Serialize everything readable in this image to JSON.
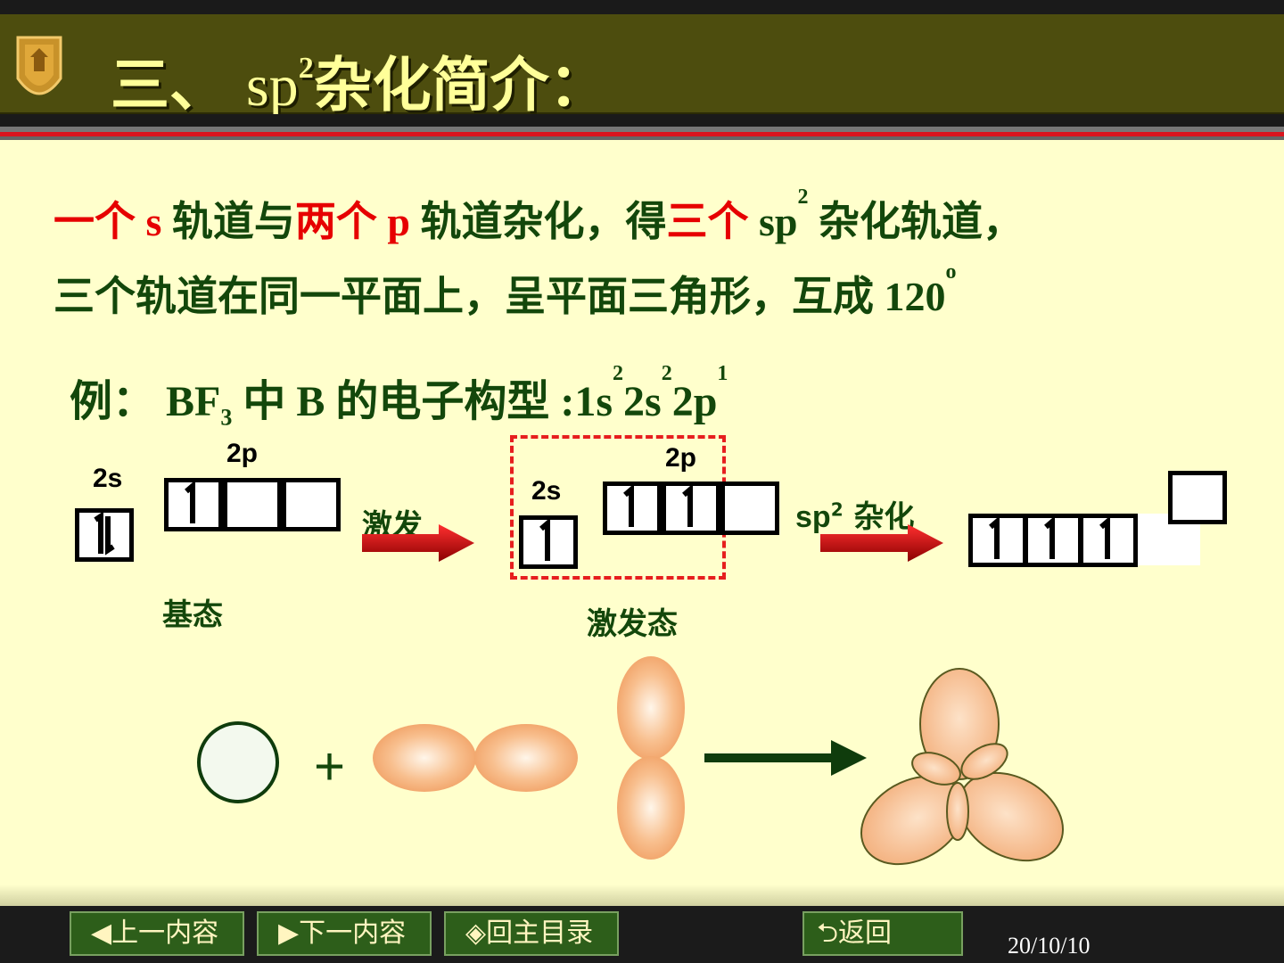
{
  "title": {
    "prefix": "三、",
    "sp": "sp",
    "sup": "2",
    "suffix": "杂化简介："
  },
  "line1": {
    "a": "一个",
    "b": " s ",
    "c": "轨道与",
    "d": "两个",
    "e": " p ",
    "f": "轨道杂化，得",
    "g": "三个",
    "h": " sp",
    "i": "2",
    "j": " 杂化轨道，"
  },
  "line2": {
    "text": "三个轨道在同一平面上，呈平面三角形，互成 120",
    "sup": "o"
  },
  "example": {
    "a": "例： BF",
    "sub": "3",
    "b": " 中 B 的电子构型 :1s",
    "s1": "2",
    "c": "2s",
    "s2": "2",
    "d": "2p",
    "s3": "1"
  },
  "diagram": {
    "ground_2s": "2s",
    "ground_2p": "2p",
    "ground_label": "基态",
    "excite_label": "激发",
    "excited_2s": "2s",
    "excited_2p": "2p",
    "excited_label": "激发态",
    "hybrid_label_sp": "sp",
    "hybrid_label_sup": "2",
    "hybrid_label_cn": " 杂化"
  },
  "figure": {
    "plus": "+"
  },
  "nav": {
    "prev": "◀上一内容",
    "next": "▶下一内容",
    "home": "◈回主目录",
    "back": "⮌返回"
  },
  "date": "20/10/10",
  "colors": {
    "header": "#4d4d0e",
    "background": "#ffffcc",
    "text_green": "#13470b",
    "accent_red": "#e60000",
    "nav_button": "#2d5e1a"
  }
}
